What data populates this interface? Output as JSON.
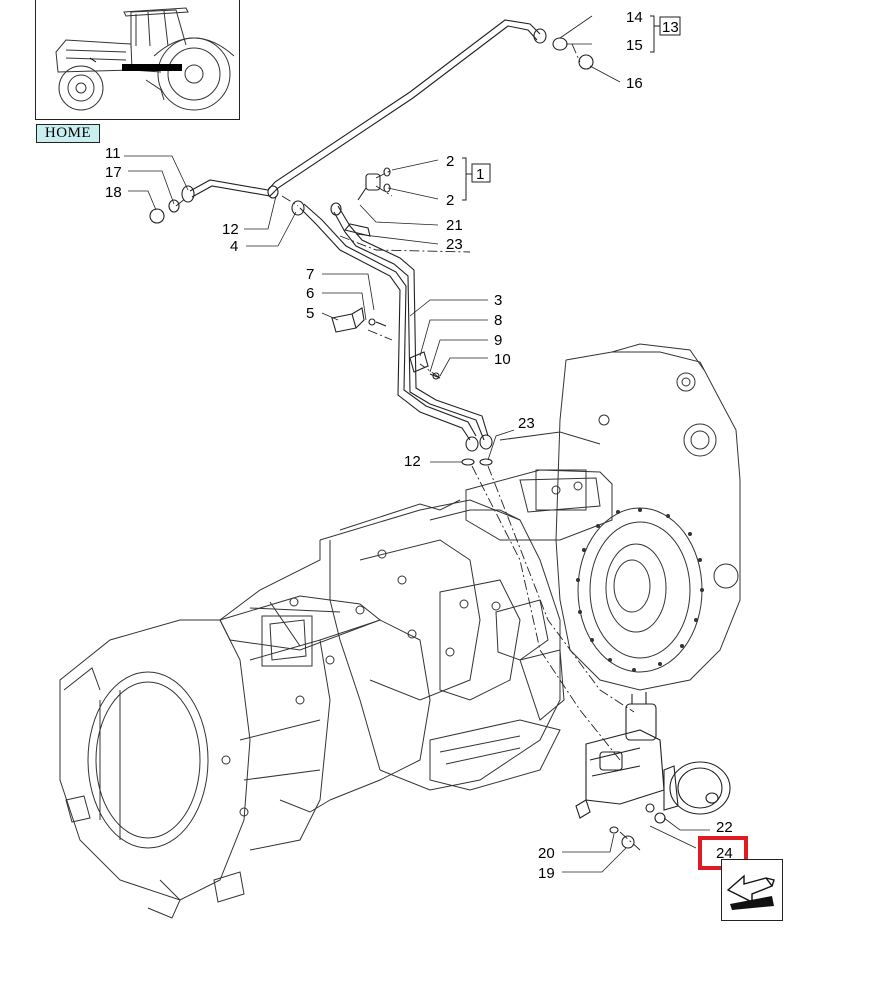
{
  "home_label": "HOME",
  "callouts": {
    "c14": "14",
    "c13": "13",
    "c15": "15",
    "c16": "16",
    "c11": "11",
    "c17": "17",
    "c18": "18",
    "c2a": "2",
    "c1": "1",
    "c2b": "2",
    "c21": "21",
    "c23a": "23",
    "c12a": "12",
    "c4": "4",
    "c7": "7",
    "c6": "6",
    "c5": "5",
    "c3": "3",
    "c8": "8",
    "c9": "9",
    "c10": "10",
    "c23b": "23",
    "c12b": "12",
    "c22": "22",
    "c24": "24",
    "c20": "20",
    "c19": "19"
  },
  "highlighted_callout": "24",
  "icons": {
    "thumbnail": "tractor-thumbnail-icon",
    "next": "arrow-next-icon"
  }
}
